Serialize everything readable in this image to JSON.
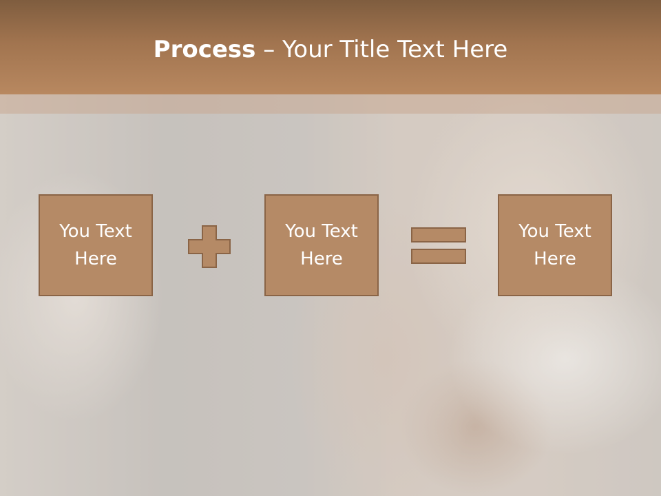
{
  "title": {
    "bold_part": "Process",
    "dash": " – ",
    "rest": "Your Title Text Here"
  },
  "boxes": [
    {
      "text": "You Text Here"
    },
    {
      "text": "You Text Here"
    },
    {
      "text": "You Text Here"
    }
  ],
  "operators": [
    "plus",
    "equals"
  ],
  "colors": {
    "box_fill": "#b58a66",
    "box_border": "#8a6446",
    "title_bar": "#a1744f"
  }
}
